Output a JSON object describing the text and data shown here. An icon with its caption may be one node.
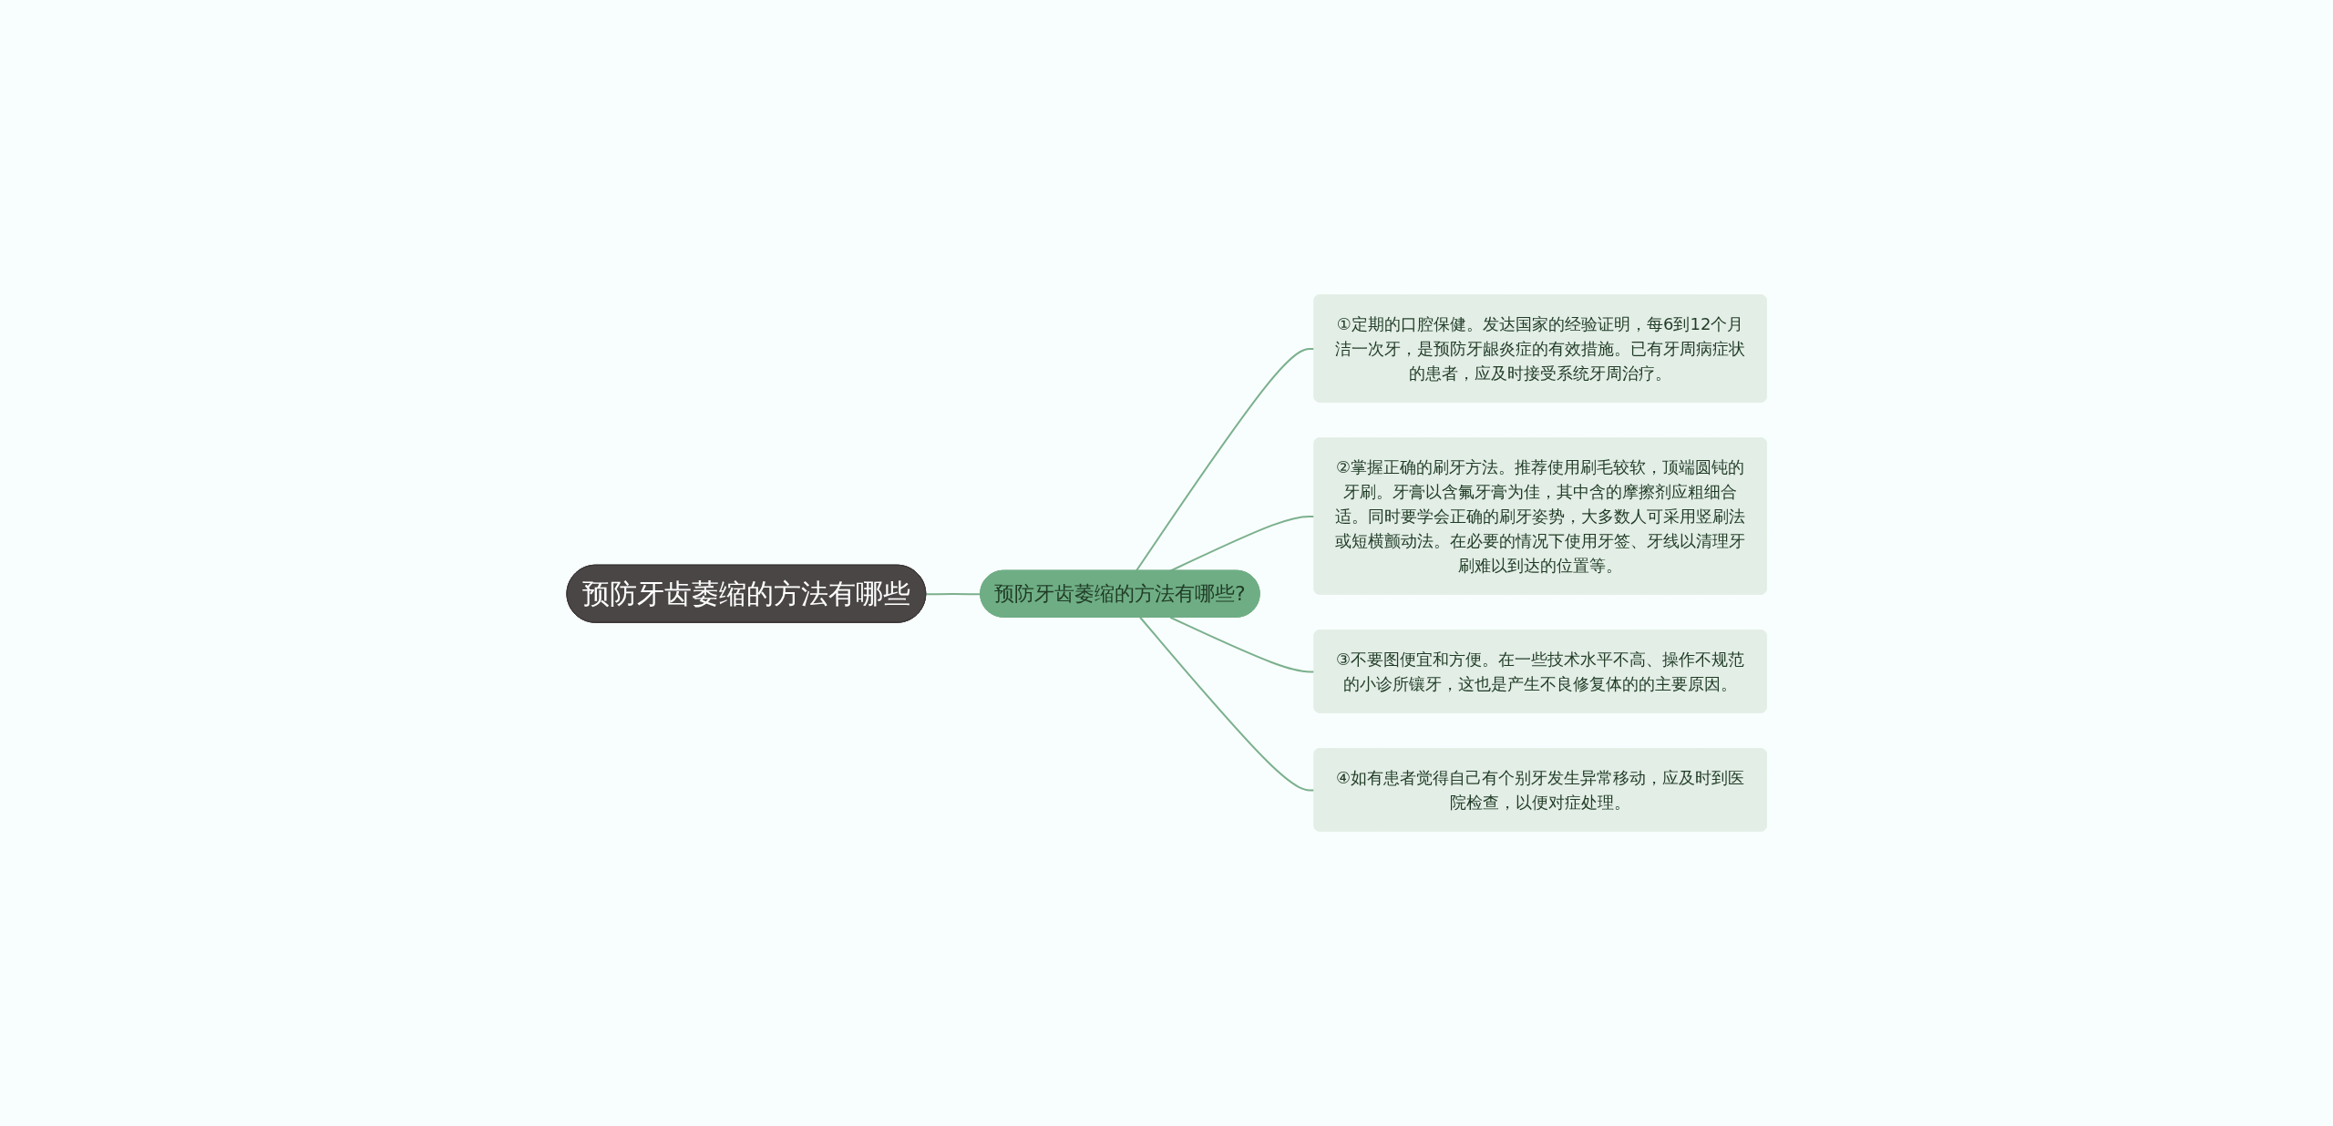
{
  "diagram": {
    "nodes": [
      {
        "text": [
          "预防牙齿萎缩的方法有哪些"
        ]
      },
      {
        "text": [
          "预防牙齿萎缩的方法有哪些?"
        ]
      },
      {
        "text": [
          "①定期的口腔保健。发达国家的经验证明，每6到12个月洁一次牙，是预防牙龈炎症的有效措施。已有牙周病症状的患者，应及时接受系统牙周治疗。"
        ]
      },
      {
        "text": [
          "②掌握正确的刷牙方法。推荐使用刷毛较软，顶端圆钝的牙刷。牙膏以含氟牙膏为佳，其中含的摩擦剂应粗细合适。同时要学会正确的刷牙姿势，大多数人可采用竖刷法或短横颤动法。在必要的情况下使用牙签、牙线以清理牙刷难以到达的位置等。"
        ]
      },
      {
        "text": [
          "③不要图便宜和方便。在一些技术水平不高、操作不规范的小诊所镶牙，这也是产生不良修复体的的主要原因。"
        ]
      },
      {
        "text": [
          "④如有患者觉得自己有个别牙发生异常移动，应及时到医院检查，以便对症处理。"
        ]
      }
    ],
    "edges": [
      {
        "from": 0,
        "to": 1,
        "arrow": "none"
      },
      {
        "from": 1,
        "to": 2,
        "arrow": "none"
      },
      {
        "from": 1,
        "to": 3,
        "arrow": "none"
      },
      {
        "from": 1,
        "to": 4,
        "arrow": "none"
      },
      {
        "from": 1,
        "to": 5,
        "arrow": "none"
      }
    ]
  }
}
